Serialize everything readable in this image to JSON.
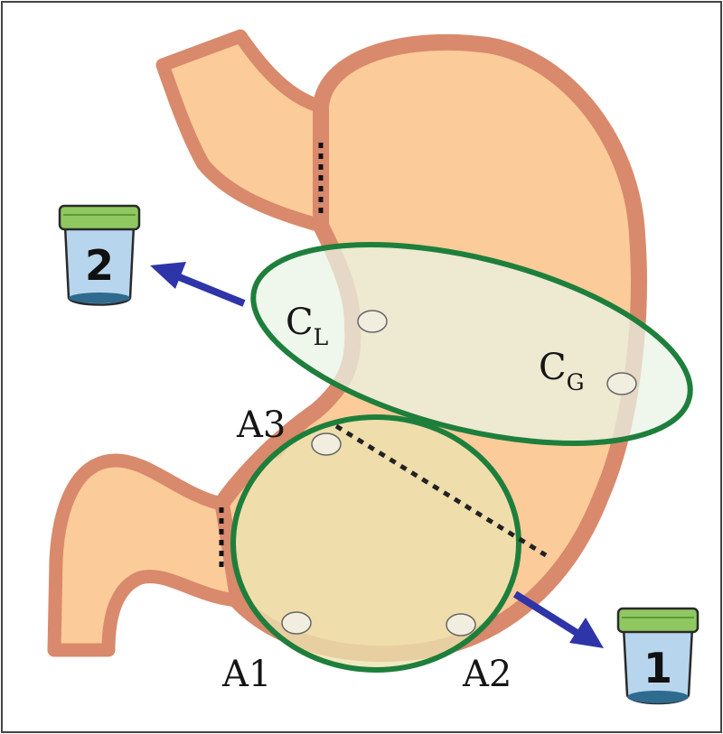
{
  "diagram": {
    "region_labels": {
      "a1": "A1",
      "a2": "A2",
      "a3": "A3",
      "cl_main": "C",
      "cl_sub": "L",
      "cg_main": "C",
      "cg_sub": "G"
    },
    "containers": {
      "left_number": "2",
      "right_number": "1"
    },
    "colors": {
      "stomach_fill": "#fbcb99",
      "stomach_wall": "#d9896c",
      "region_outline": "#1d7f3b",
      "body_region_fill": "#eaf3e4",
      "antrum_region_fill": "#ece3b0",
      "arrow": "#2e35a8",
      "biopsy_point": "#f1eedf",
      "cup_lid": "#8fc860",
      "cup_body": "#b7d6ee"
    }
  }
}
